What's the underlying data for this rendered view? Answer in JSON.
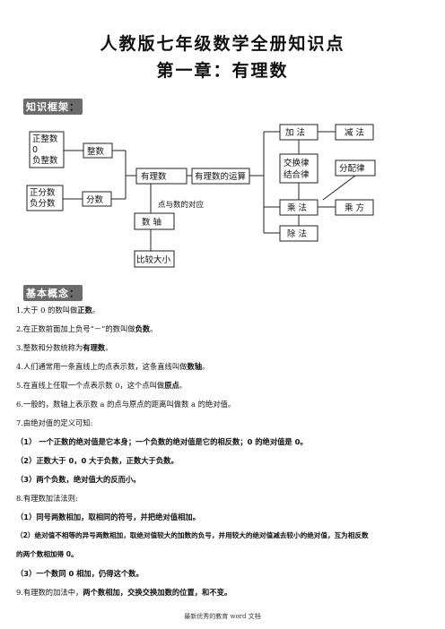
{
  "title": "人教版七年级数学全册知识点",
  "chapter": "第一章：有理数",
  "section_knowledge": "知识框架",
  "section_concepts": "基本概念",
  "diagram": {
    "zheng_zhengshu": [
      "正整数",
      "0",
      "负整数"
    ],
    "zhengshu": "整数",
    "fenshu_group": [
      "正分数",
      "负分数"
    ],
    "fenshu": "分数",
    "youlishu": "有理数",
    "yunsuan": "有理数的运算",
    "dian": "点与数的对应",
    "shuzhou": "数 轴",
    "bijiao": "比较大小",
    "jiafa": "加 法",
    "jianfa": "减 法",
    "laws": [
      "交换律",
      "结合律"
    ],
    "fenpei": "分配律",
    "chengfa": "乘 法",
    "chengfang": "乘 方",
    "chufa": "除 法"
  },
  "items": [
    {
      "pre": "1.大于 0 的数叫做",
      "bold": "正数",
      "post": "。"
    },
    {
      "pre": "2.在正数前面加上负号“－”的数叫做",
      "bold": "负数",
      "post": "。"
    },
    {
      "pre": "3.整数和分数统称为",
      "bold": "有理数",
      "post": "。"
    },
    {
      "pre": "4.人们通常用一条直线上的点表示数，这条直线叫做",
      "bold": "数轴",
      "post": "。"
    },
    {
      "pre": "5.在直线上任取一个点表示数 0，这个点叫做",
      "bold": "原点",
      "post": "。"
    },
    {
      "pre": "6.一般的，数轴上表示数 a 的点与原点的距离叫做数 a 的绝对值。",
      "bold": "",
      "post": ""
    },
    {
      "pre": "7.由绝对值的定义可知:",
      "bold": "",
      "post": ""
    }
  ],
  "abs_rules": [
    "（1） 一个正数的绝对值是它本身；一个负数的绝对值是它的相反数；0 的绝对值是 0。",
    "（2）正数大于 0，0 大于负数，正数大于负数。",
    "（3）两个负数，绝对值大的反而小。"
  ],
  "item8": "8.有理数加法法则:",
  "add_rules": [
    "（1）同号两数相加，取相同的符号，并把绝对值相加。",
    "（2）绝对值不相等的异号两数相加，取绝对值较大的加数的负号，并用较大的绝对值减去较小的绝对值，互为相反数",
    "      的两个数相加得 0。",
    "（3）一个数同 0 相加，仍得这个数。"
  ],
  "item9_pre": "9.有理数的加法中，",
  "item9_bold": "两个数相加，交换交换加数的位置，和不变。",
  "footer": "最新优秀的教育 word 文档"
}
